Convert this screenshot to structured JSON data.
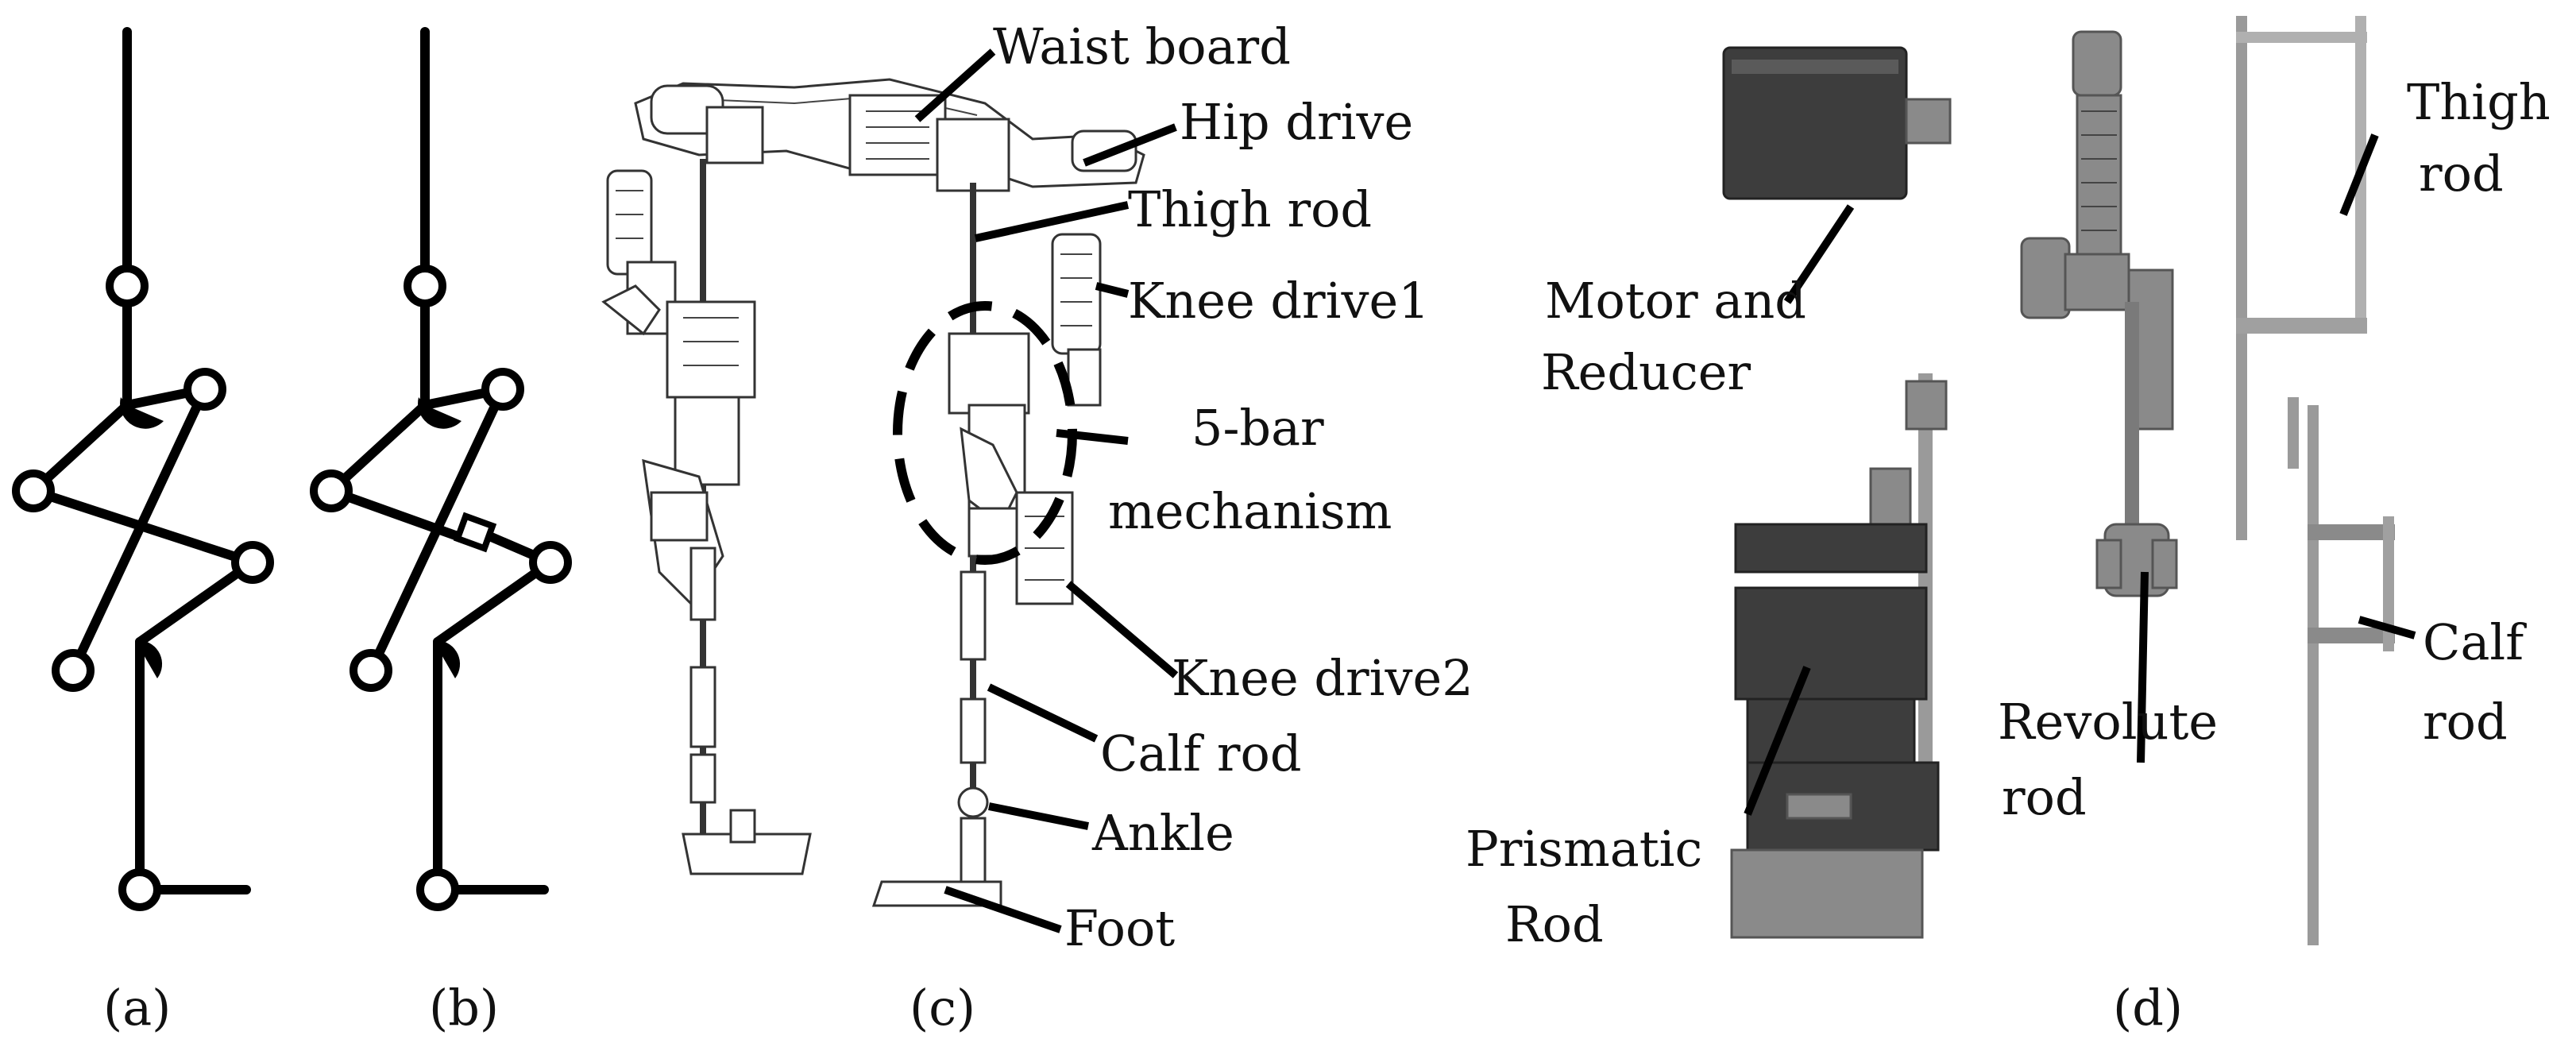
{
  "panels": {
    "a": {
      "caption": "(a)"
    },
    "b": {
      "caption": "(b)"
    },
    "c": {
      "caption": "(c)",
      "labels": {
        "waist_board": "Waist board",
        "hip_drive": "Hip drive",
        "thigh_rod": "Thigh rod",
        "knee_drive1": "Knee drive1",
        "five_bar_line1": "5-bar",
        "five_bar_line2": "mechanism",
        "knee_drive2": "Knee drive2",
        "calf_rod": "Calf rod",
        "ankle": "Ankle",
        "foot": "Foot"
      }
    },
    "d": {
      "caption": "(d)",
      "labels": {
        "motor_line1": "Motor and",
        "motor_line2": "Reducer",
        "prismatic_line1": "Prismatic",
        "prismatic_line2": "Rod",
        "revolute_line1": "Revolute",
        "revolute_line2": "rod",
        "thigh_line1": "Thigh",
        "thigh_line2": "rod",
        "calf_line1": "Calf",
        "calf_line2": "rod"
      }
    }
  }
}
